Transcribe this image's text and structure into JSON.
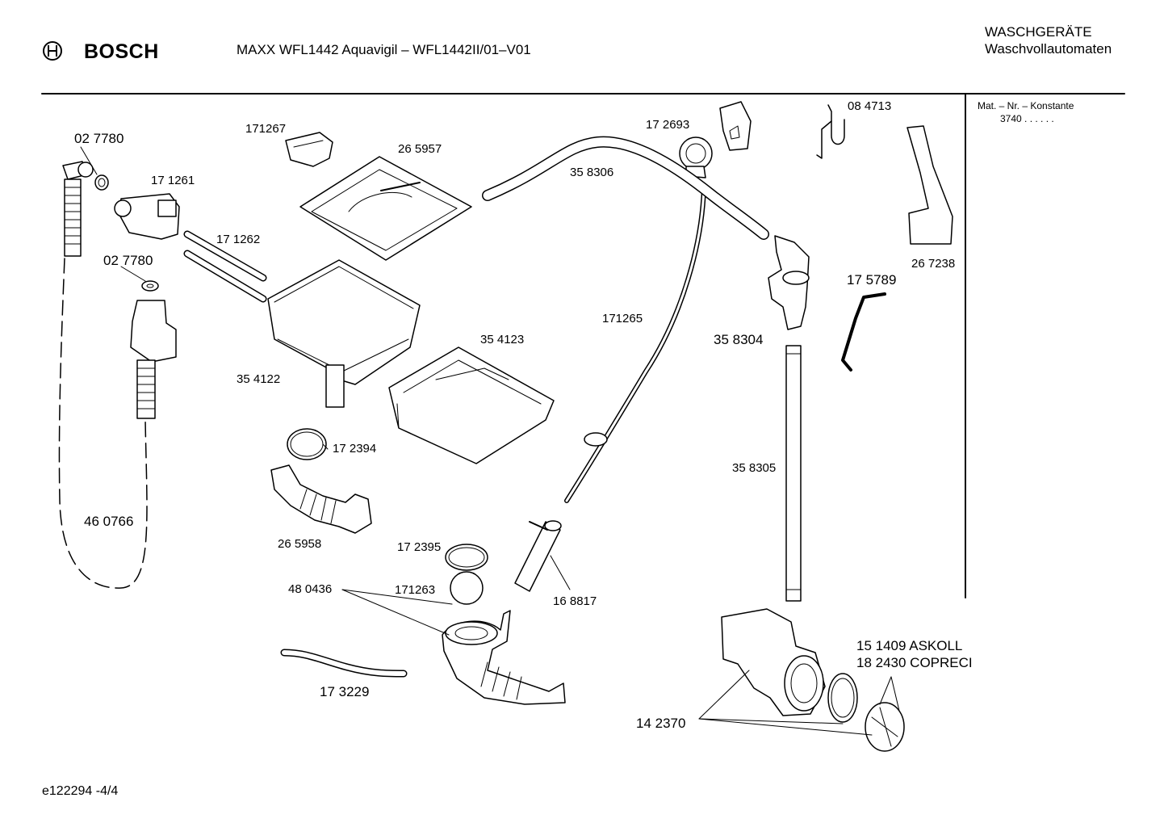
{
  "header": {
    "brand": "BOSCH",
    "model": "MAXX WFL1442 Aquavigil – WFL1442II/01–V01",
    "category": "WASCHGERÄTE",
    "subcategory": "Waschvollautomaten"
  },
  "info_box": {
    "label": "Mat. – Nr. – Konstante",
    "value": "3740  .  .  .  .  .  ."
  },
  "footer": {
    "doc_id": "e122294 -4/4"
  },
  "parts": {
    "p027780_top": "02 7780",
    "p171261": "17 1261",
    "p171262": "17 1262",
    "p027780_mid": "02 7780",
    "p171267": "171267",
    "p265957": "26 5957",
    "p354122": "35 4122",
    "p354123": "35 4123",
    "p172394": "17 2394",
    "p265958": "26 5958",
    "p460766": "46 0766",
    "p172395": "17 2395",
    "p480436": "48 0436",
    "p171263": "171263",
    "p168817": "16 8817",
    "p173229": "17 3229",
    "p172693": "17 2693",
    "p358306": "35 8306",
    "p171265": "171265",
    "p084713": "08 4713",
    "p267238": "26 7238",
    "p175789": "17 5789",
    "p358304": "35 8304",
    "p358305": "35 8305",
    "p151409": "15 1409  ASKOLL",
    "p182430": "18 2430  COPRECI",
    "p142370": "14 2370"
  }
}
